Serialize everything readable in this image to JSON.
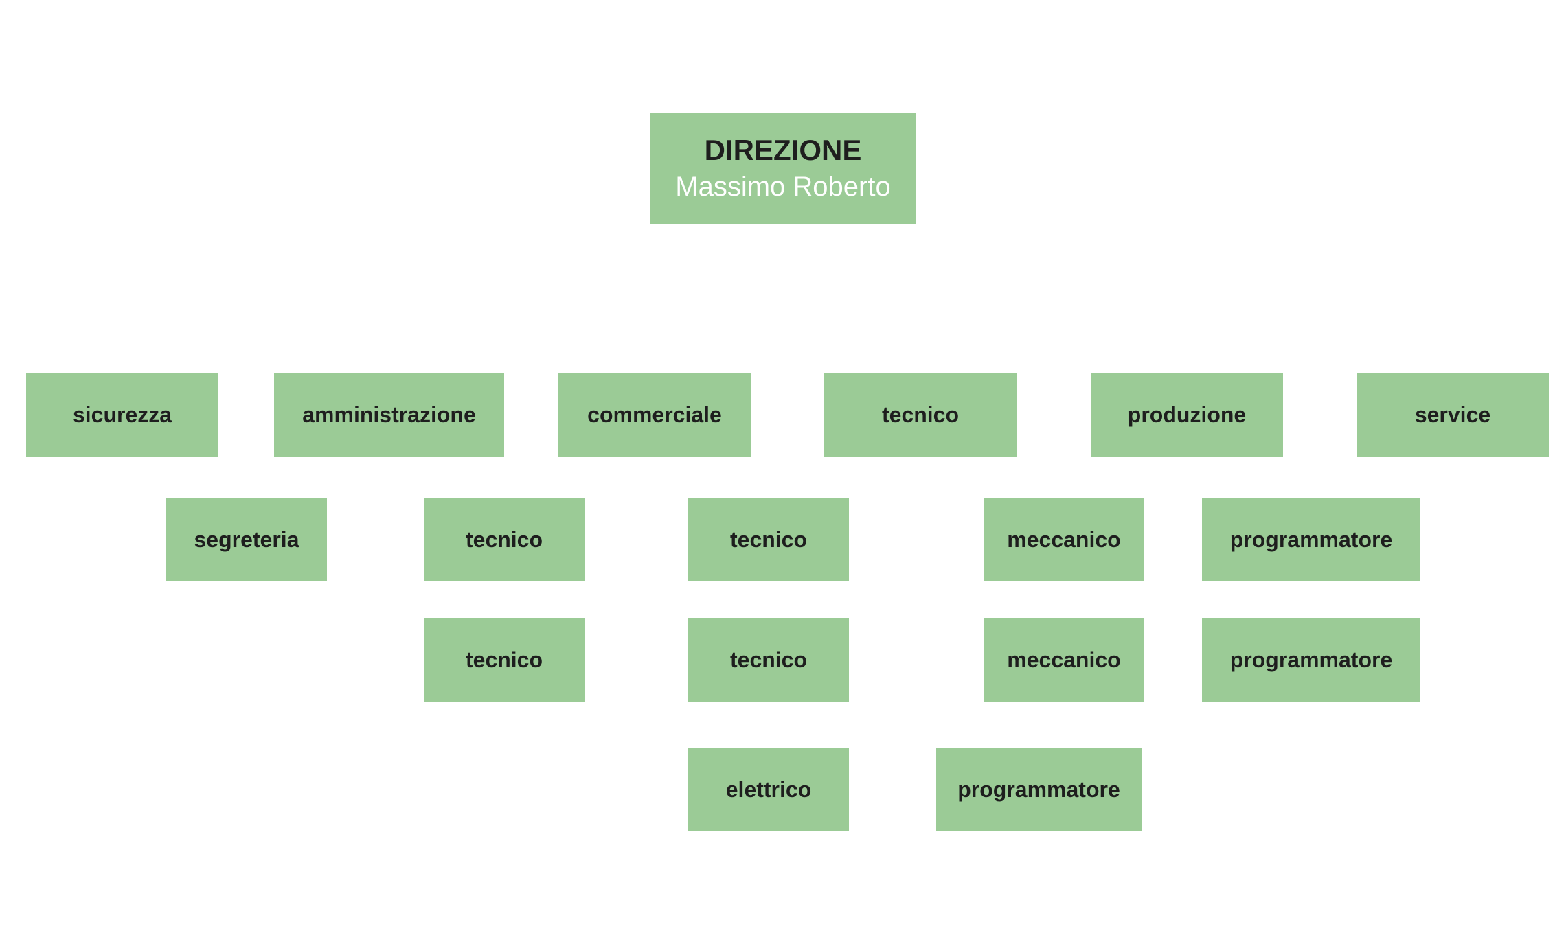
{
  "head": {
    "title": "DIREZIONE",
    "name": "Massimo Roberto"
  },
  "departments": [
    "sicurezza",
    "amministrazione",
    "commerciale",
    "tecnico",
    "produzione",
    "service"
  ],
  "roles": {
    "sicurezza": [
      "segreteria"
    ],
    "amministrazione": [
      "tecnico",
      "tecnico"
    ],
    "commerciale": [
      "tecnico",
      "tecnico",
      "elettrico"
    ],
    "tecnico": [
      "programmatore"
    ],
    "produzione": [
      "meccanico",
      "meccanico"
    ],
    "service": [
      "programmatore",
      "programmatore"
    ]
  },
  "colors": {
    "box": "#9bcb96",
    "text": "#1e1e1e",
    "name_text": "#ffffff"
  }
}
